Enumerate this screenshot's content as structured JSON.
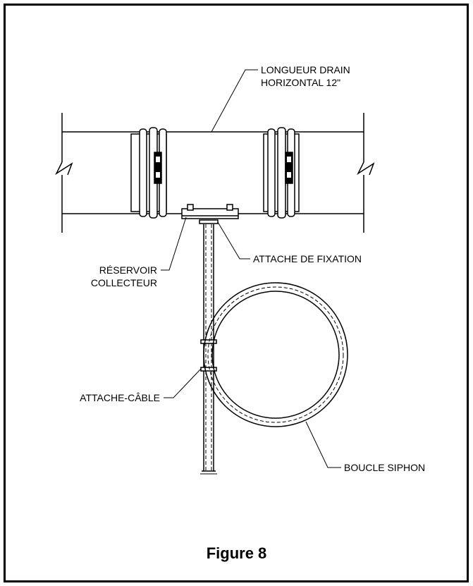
{
  "diagram": {
    "labels": {
      "drain_length_line1": "LONGUEUR DRAIN",
      "drain_length_line2": "HORIZONTAL 12\"",
      "reservoir_line1": "RÉSERVOIR",
      "reservoir_line2": "COLLECTEUR",
      "fixing_clip": "ATTACHE DE FIXATION",
      "cable_tie": "ATTACHE-CÂBLE",
      "siphon_loop": "BOUCLE SIPHON"
    },
    "caption": "Figure 8"
  },
  "colors": {
    "line": "#000000",
    "background": "#ffffff"
  }
}
